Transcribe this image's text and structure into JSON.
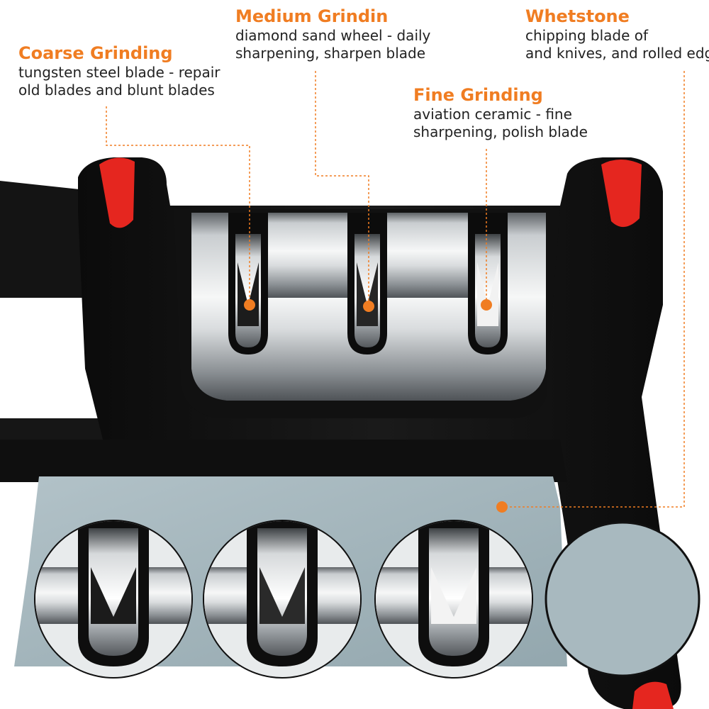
{
  "colors": {
    "accent": "#f07d22",
    "body_black": "#121212",
    "red_tip": "#e5261f",
    "stone": "#9eb1b8",
    "steel_light": "#eef0f0",
    "steel_dark": "#6b6f73"
  },
  "labels": [
    {
      "key": "coarse",
      "title": "Coarse Grinding",
      "desc": [
        "tungsten steel blade - repair",
        "old blades and blunt blades"
      ]
    },
    {
      "key": "medium",
      "title": "Medium Grindin",
      "desc": [
        "diamond sand wheel - daily",
        "sharpening, sharpen blade"
      ]
    },
    {
      "key": "whetstone",
      "title": "Whetstone",
      "desc": [
        "chipping blade of",
        "and knives, and rolled edge"
      ]
    },
    {
      "key": "fine",
      "title": "Fine Grinding",
      "desc": [
        "aviation ceramic - fine",
        "sharpening, polish blade"
      ]
    }
  ]
}
